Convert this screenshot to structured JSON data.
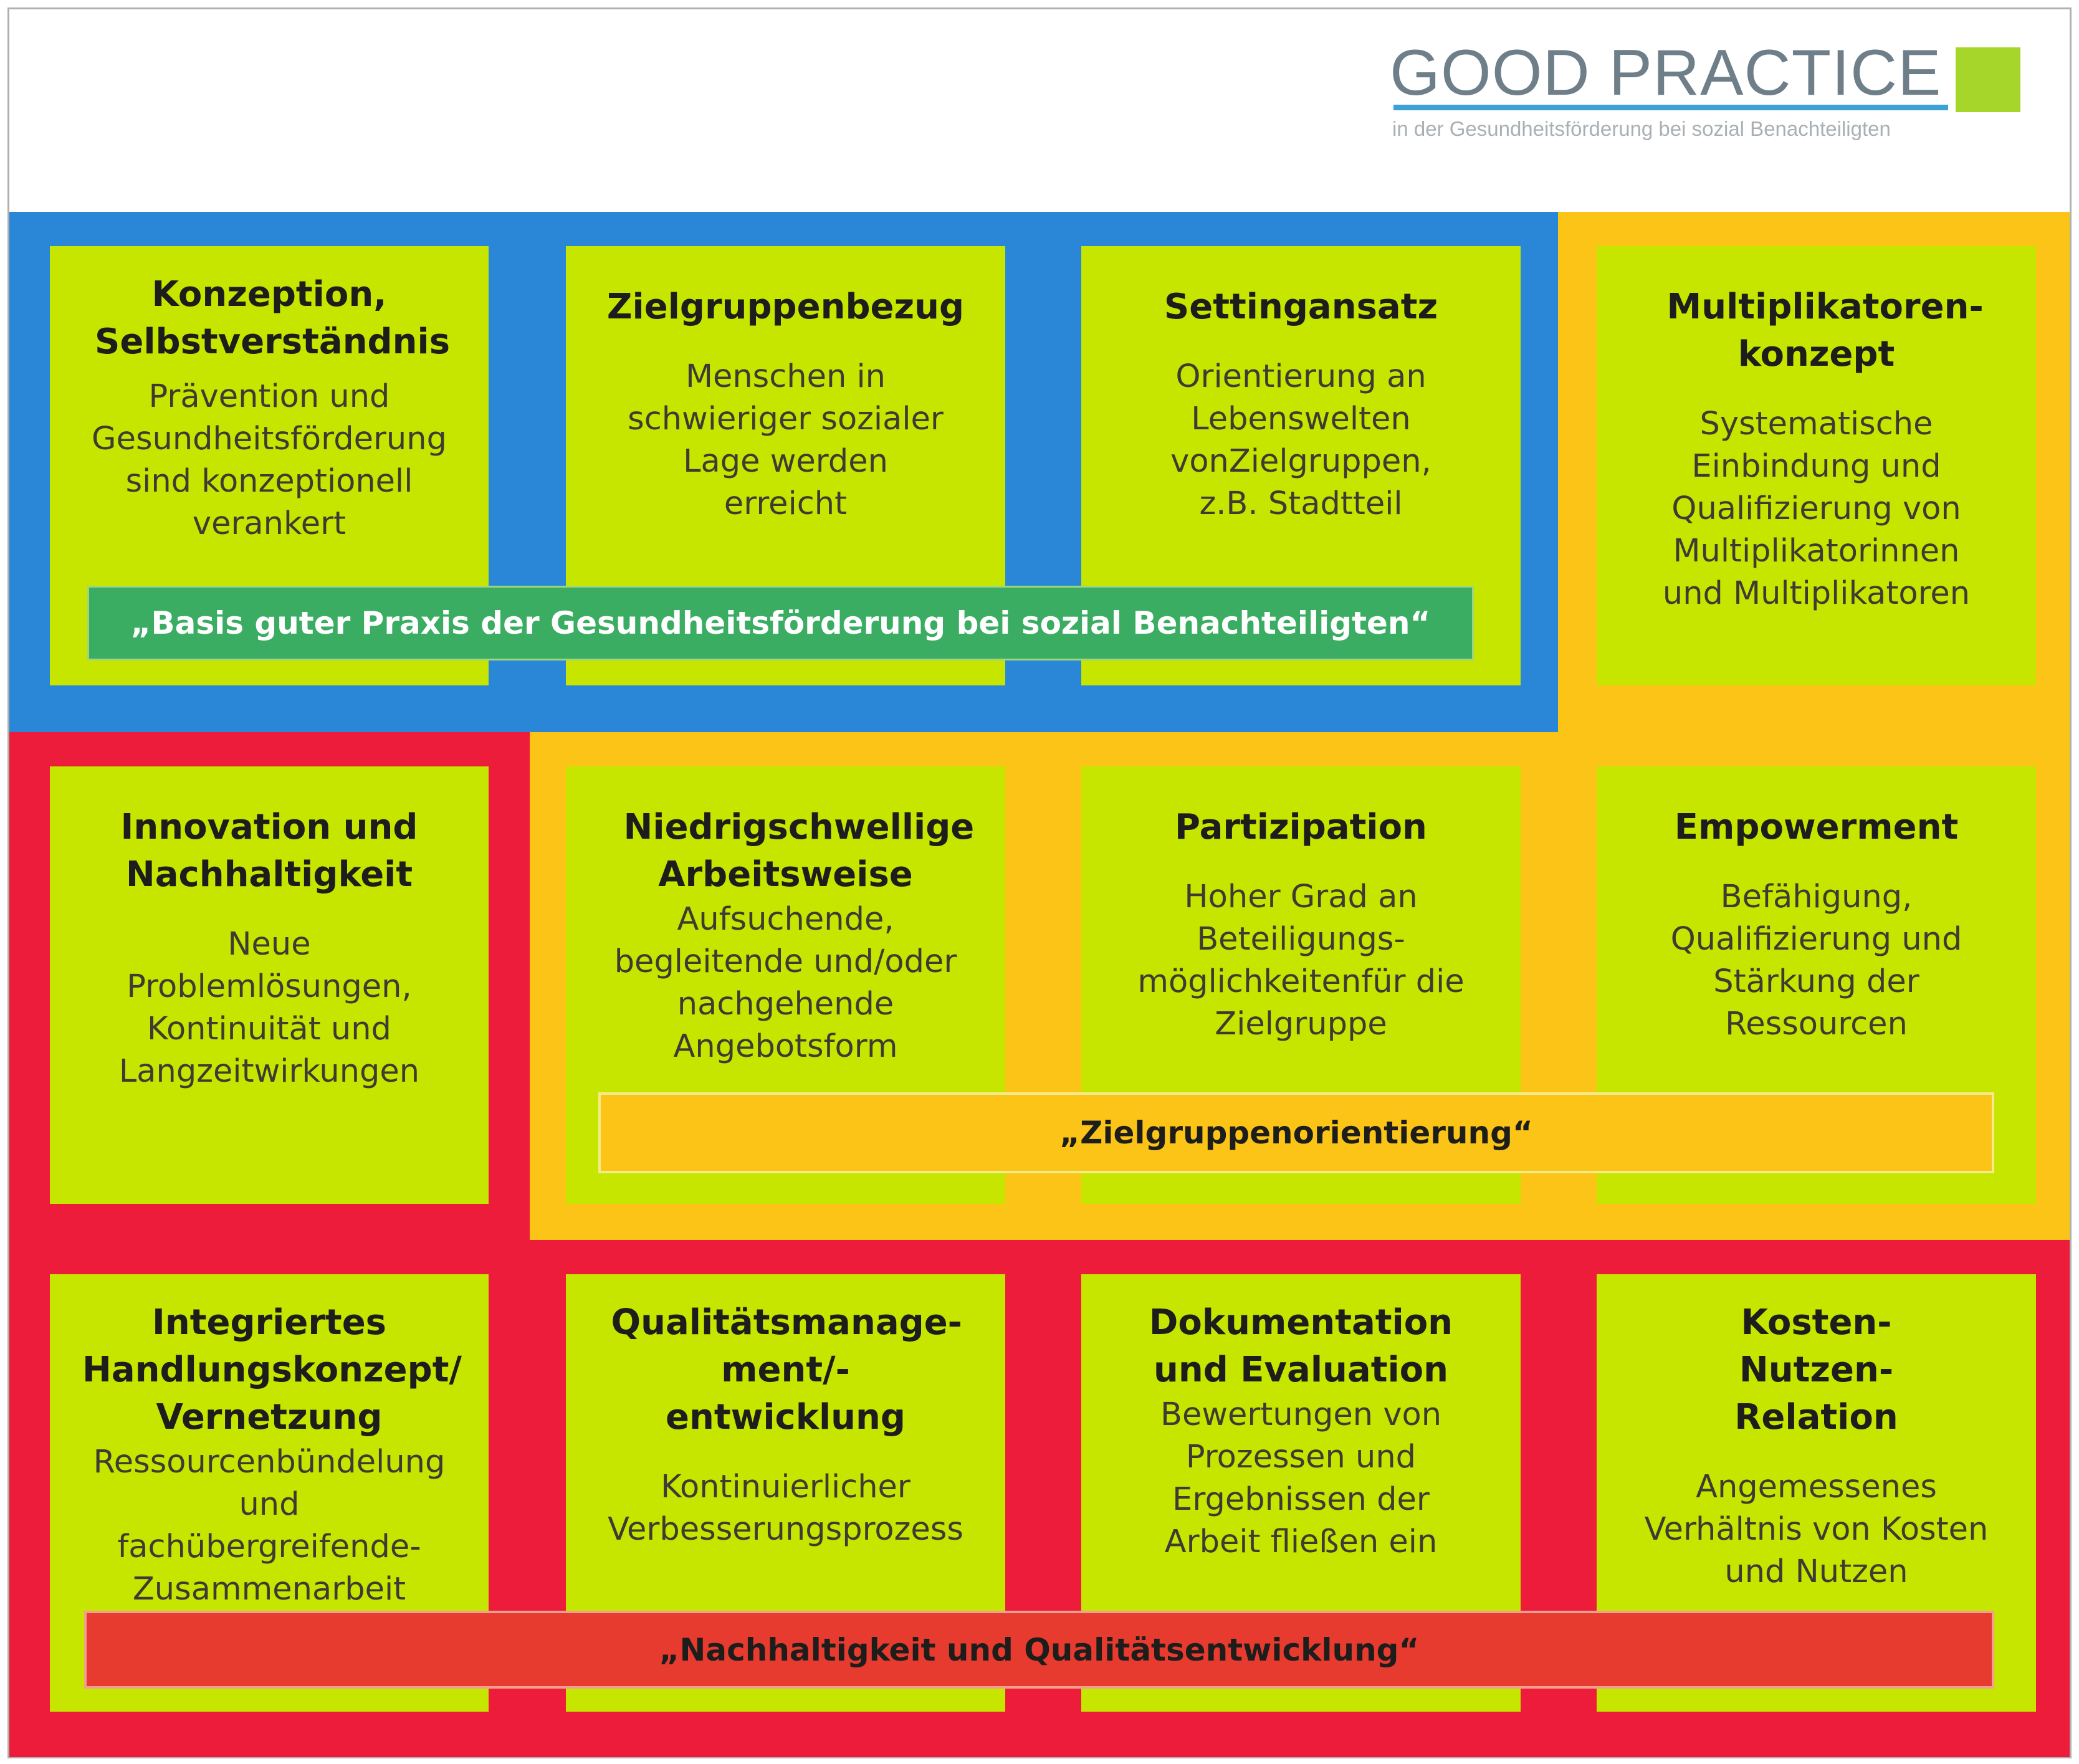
{
  "logo": {
    "title": "GOOD PRACTICE",
    "subtitle": "in der Gesundheitsförderung bei sozial Benachteiligten"
  },
  "colors": {
    "blue": "#2a87d8",
    "orange": "#fbc417",
    "red": "#ed1c3b",
    "box": "#c6e600",
    "green_banner": "#3aad63",
    "red_banner": "#e63b2e"
  },
  "boxes": [
    {
      "title": "Konzeption, Selbstverständnis",
      "desc": "Prävention und Gesundheitsförderung sind konzeptionell verankert"
    },
    {
      "title": "Zielgruppenbezug",
      "desc": "Menschen in schwieriger sozialer Lage werden erreicht"
    },
    {
      "title": "Settingansatz",
      "desc": "Orientierung an Lebenswelten vonZielgruppen, z.B. Stadtteil"
    },
    {
      "title": "Multiplikatoren-konzept",
      "desc": "Systematische Einbindung und Qualifizierung von Multiplikatorinnen und Multiplikatoren"
    },
    {
      "title": "Innovation und Nachhaltigkeit",
      "desc": "Neue Problemlösungen, Kontinuität und Langzeitwirkungen"
    },
    {
      "title": "Niedrigschwellige Arbeitsweise",
      "desc": "Aufsuchende, begleitende und/oder nachgehende Angebotsform"
    },
    {
      "title": "Partizipation",
      "desc": "Hoher Grad an Beteiligungs-möglichkeitenfür die Zielgruppe"
    },
    {
      "title": "Empowerment",
      "desc": "Befähigung, Qualifizierung und Stärkung der Ressourcen"
    },
    {
      "title": "Integriertes Handlungskonzept/ Vernetzung",
      "desc": "Ressourcenbündelung und fachübergreifende-Zusammenarbeit"
    },
    {
      "title": "Qualitätsmanage-ment/-entwicklung",
      "desc": "Kontinuierlicher Verbesserungsprozess"
    },
    {
      "title": "Dokumentation und Evaluation",
      "desc": "Bewertungen von Prozessen und Ergebnissen der Arbeit fließen ein"
    },
    {
      "title": "Kosten-Nutzen-Relation",
      "desc": "Angemessenes Verhältnis von Kosten und Nutzen"
    }
  ],
  "banners": {
    "basis": "„Basis guter Praxis der Gesundheitsförderung bei sozial Benachteiligten“",
    "zielgruppe": "„Zielgruppenorientierung“",
    "nachhaltigkeit": "„Nachhaltigkeit und Qualitätsentwicklung“"
  }
}
